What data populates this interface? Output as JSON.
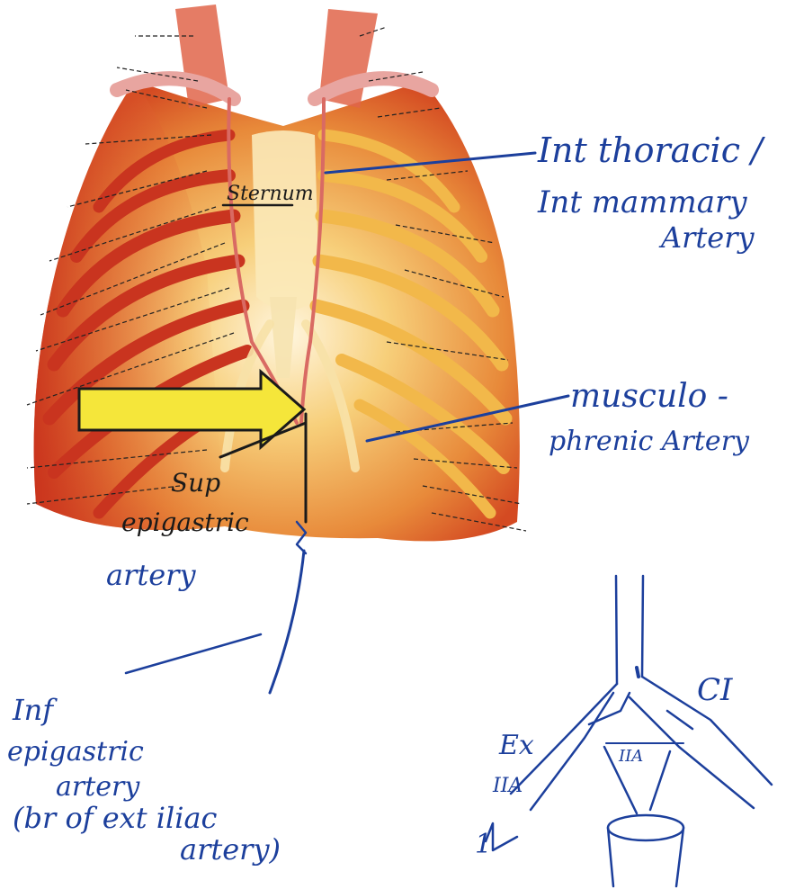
{
  "labels": {
    "int_thoracic_line1": "Int thoracic /",
    "int_thoracic_line2": "Int mammary",
    "int_thoracic_line3": "Artery",
    "sternum": "Sternum",
    "musculo_line1": "musculo -",
    "musculo_line2": "phrenic Artery",
    "sup_line1": "Sup",
    "sup_line2": "epigastric",
    "sup_line3": "artery",
    "inf_line1": "Inf",
    "inf_line2": "epigastric",
    "inf_line3": "artery",
    "inf_line4": "(br of ext iliac",
    "inf_line5": "artery)",
    "ci": "CI",
    "ex": "Ex",
    "iia": "IIA",
    "iia_left": "IIA",
    "one": "1"
  },
  "icons": {
    "pointer_arrow": "yellow-pointer-arrow-icon"
  },
  "colors": {
    "ink": "#1c3f9c",
    "arrow_fill": "#f5e63a",
    "rib_dark": "#c9341f",
    "rib_light": "#f2b84a"
  }
}
